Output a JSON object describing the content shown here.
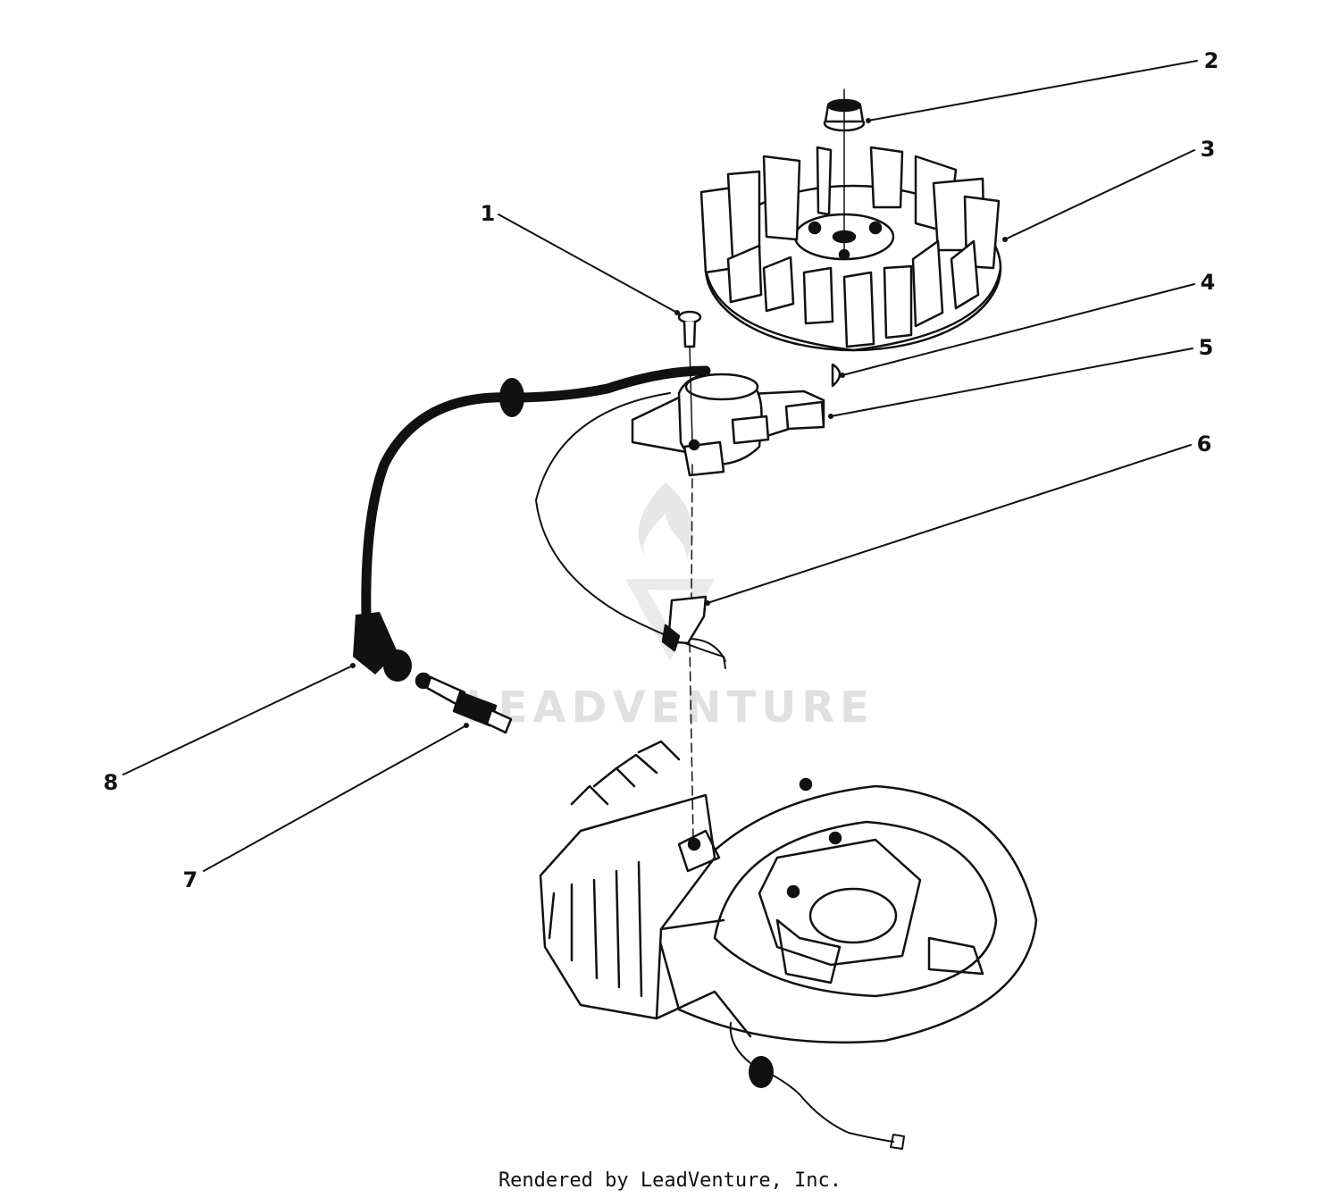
{
  "callouts": {
    "p1": "1",
    "p2": "2",
    "p3": "3",
    "p4": "4",
    "p5": "5",
    "p6": "6",
    "p7": "7",
    "p8": "8"
  },
  "watermark": {
    "text": "LEADVENTURE"
  },
  "footer": {
    "credit": "Rendered by LeadVenture, Inc."
  }
}
